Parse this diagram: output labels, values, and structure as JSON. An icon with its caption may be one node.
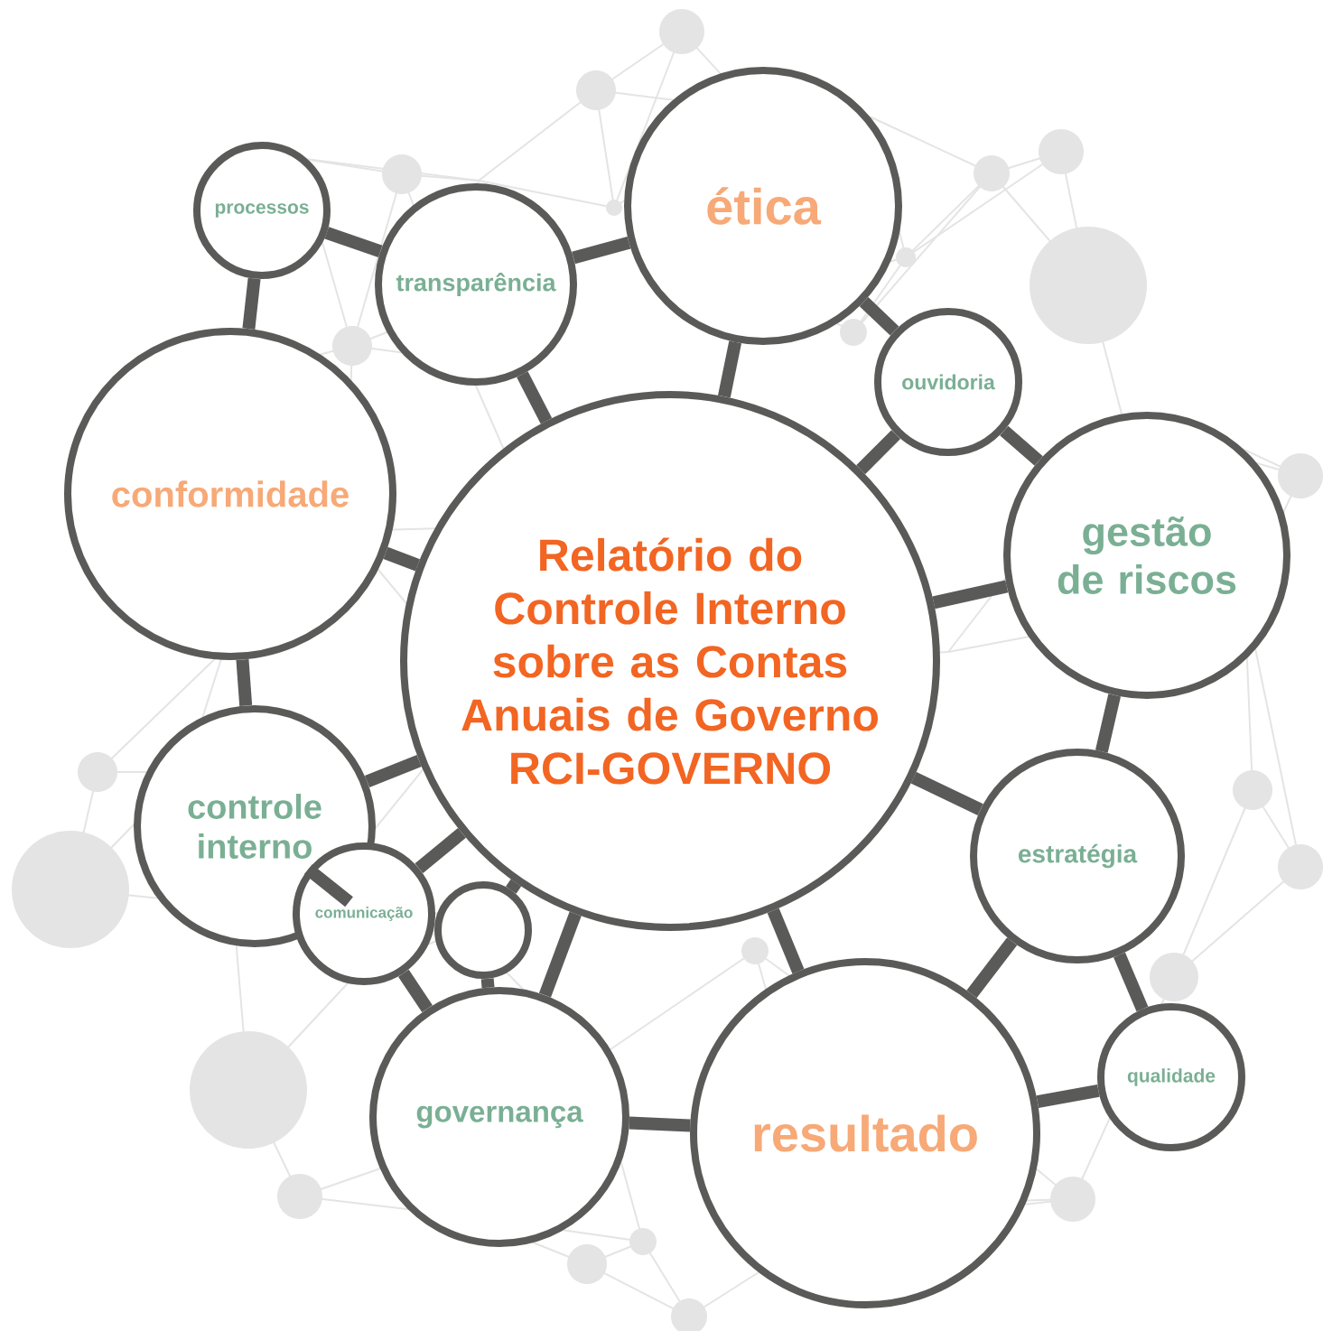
{
  "diagram": {
    "nodes": [
      {
        "text": [
          "Relatório do Controle Interno sobre as Contas Anuais de Governo RCI-GOVERNO"
        ]
      },
      {
        "text": [
          "ética"
        ]
      },
      {
        "text": [
          "processos"
        ]
      },
      {
        "text": [
          "transparência"
        ]
      },
      {
        "text": [
          "ouvidoria"
        ]
      },
      {
        "text": [
          "conformidade"
        ]
      },
      {
        "text": [
          "gestão de riscos"
        ]
      },
      {
        "text": [
          "controle interno"
        ]
      },
      {
        "text": [
          "estratégia"
        ]
      },
      {
        "text": [
          "comunicação"
        ]
      },
      {
        "text": [],
        "shape": "circle"
      },
      {
        "text": [
          "governança"
        ]
      },
      {
        "text": [
          "resultado"
        ]
      },
      {
        "text": [
          "qualidade"
        ]
      }
    ],
    "edges": [
      {
        "from": 2,
        "to": 3,
        "arrow": "none"
      },
      {
        "from": 2,
        "to": 5,
        "arrow": "none"
      },
      {
        "from": 3,
        "to": 1,
        "arrow": "none"
      },
      {
        "from": 3,
        "to": 0,
        "arrow": "none"
      },
      {
        "from": 1,
        "to": 0,
        "arrow": "none"
      },
      {
        "from": 1,
        "to": 4,
        "arrow": "none"
      },
      {
        "from": 4,
        "to": 0,
        "arrow": "none"
      },
      {
        "from": 4,
        "to": 6,
        "arrow": "none"
      },
      {
        "from": 6,
        "to": 0,
        "arrow": "none"
      },
      {
        "from": 6,
        "to": 8,
        "arrow": "none"
      },
      {
        "from": 8,
        "to": 0,
        "arrow": "none"
      },
      {
        "from": 8,
        "to": 12,
        "arrow": "none"
      },
      {
        "from": 8,
        "to": 13,
        "arrow": "none"
      },
      {
        "from": 12,
        "to": 13,
        "arrow": "none"
      },
      {
        "from": 12,
        "to": 0,
        "arrow": "none"
      },
      {
        "from": 12,
        "to": 11,
        "arrow": "none"
      },
      {
        "from": 11,
        "to": 0,
        "arrow": "none"
      },
      {
        "from": 11,
        "to": 9,
        "arrow": "none"
      },
      {
        "from": 11,
        "to": 10,
        "arrow": "none"
      },
      {
        "from": 10,
        "to": 0,
        "arrow": "none"
      },
      {
        "from": 9,
        "to": 7,
        "arrow": "none"
      },
      {
        "from": 9,
        "to": 0,
        "arrow": "none"
      },
      {
        "from": 5,
        "to": 0,
        "arrow": "none"
      },
      {
        "from": 5,
        "to": 7,
        "arrow": "none"
      },
      {
        "from": 7,
        "to": 0,
        "arrow": "none"
      }
    ]
  }
}
